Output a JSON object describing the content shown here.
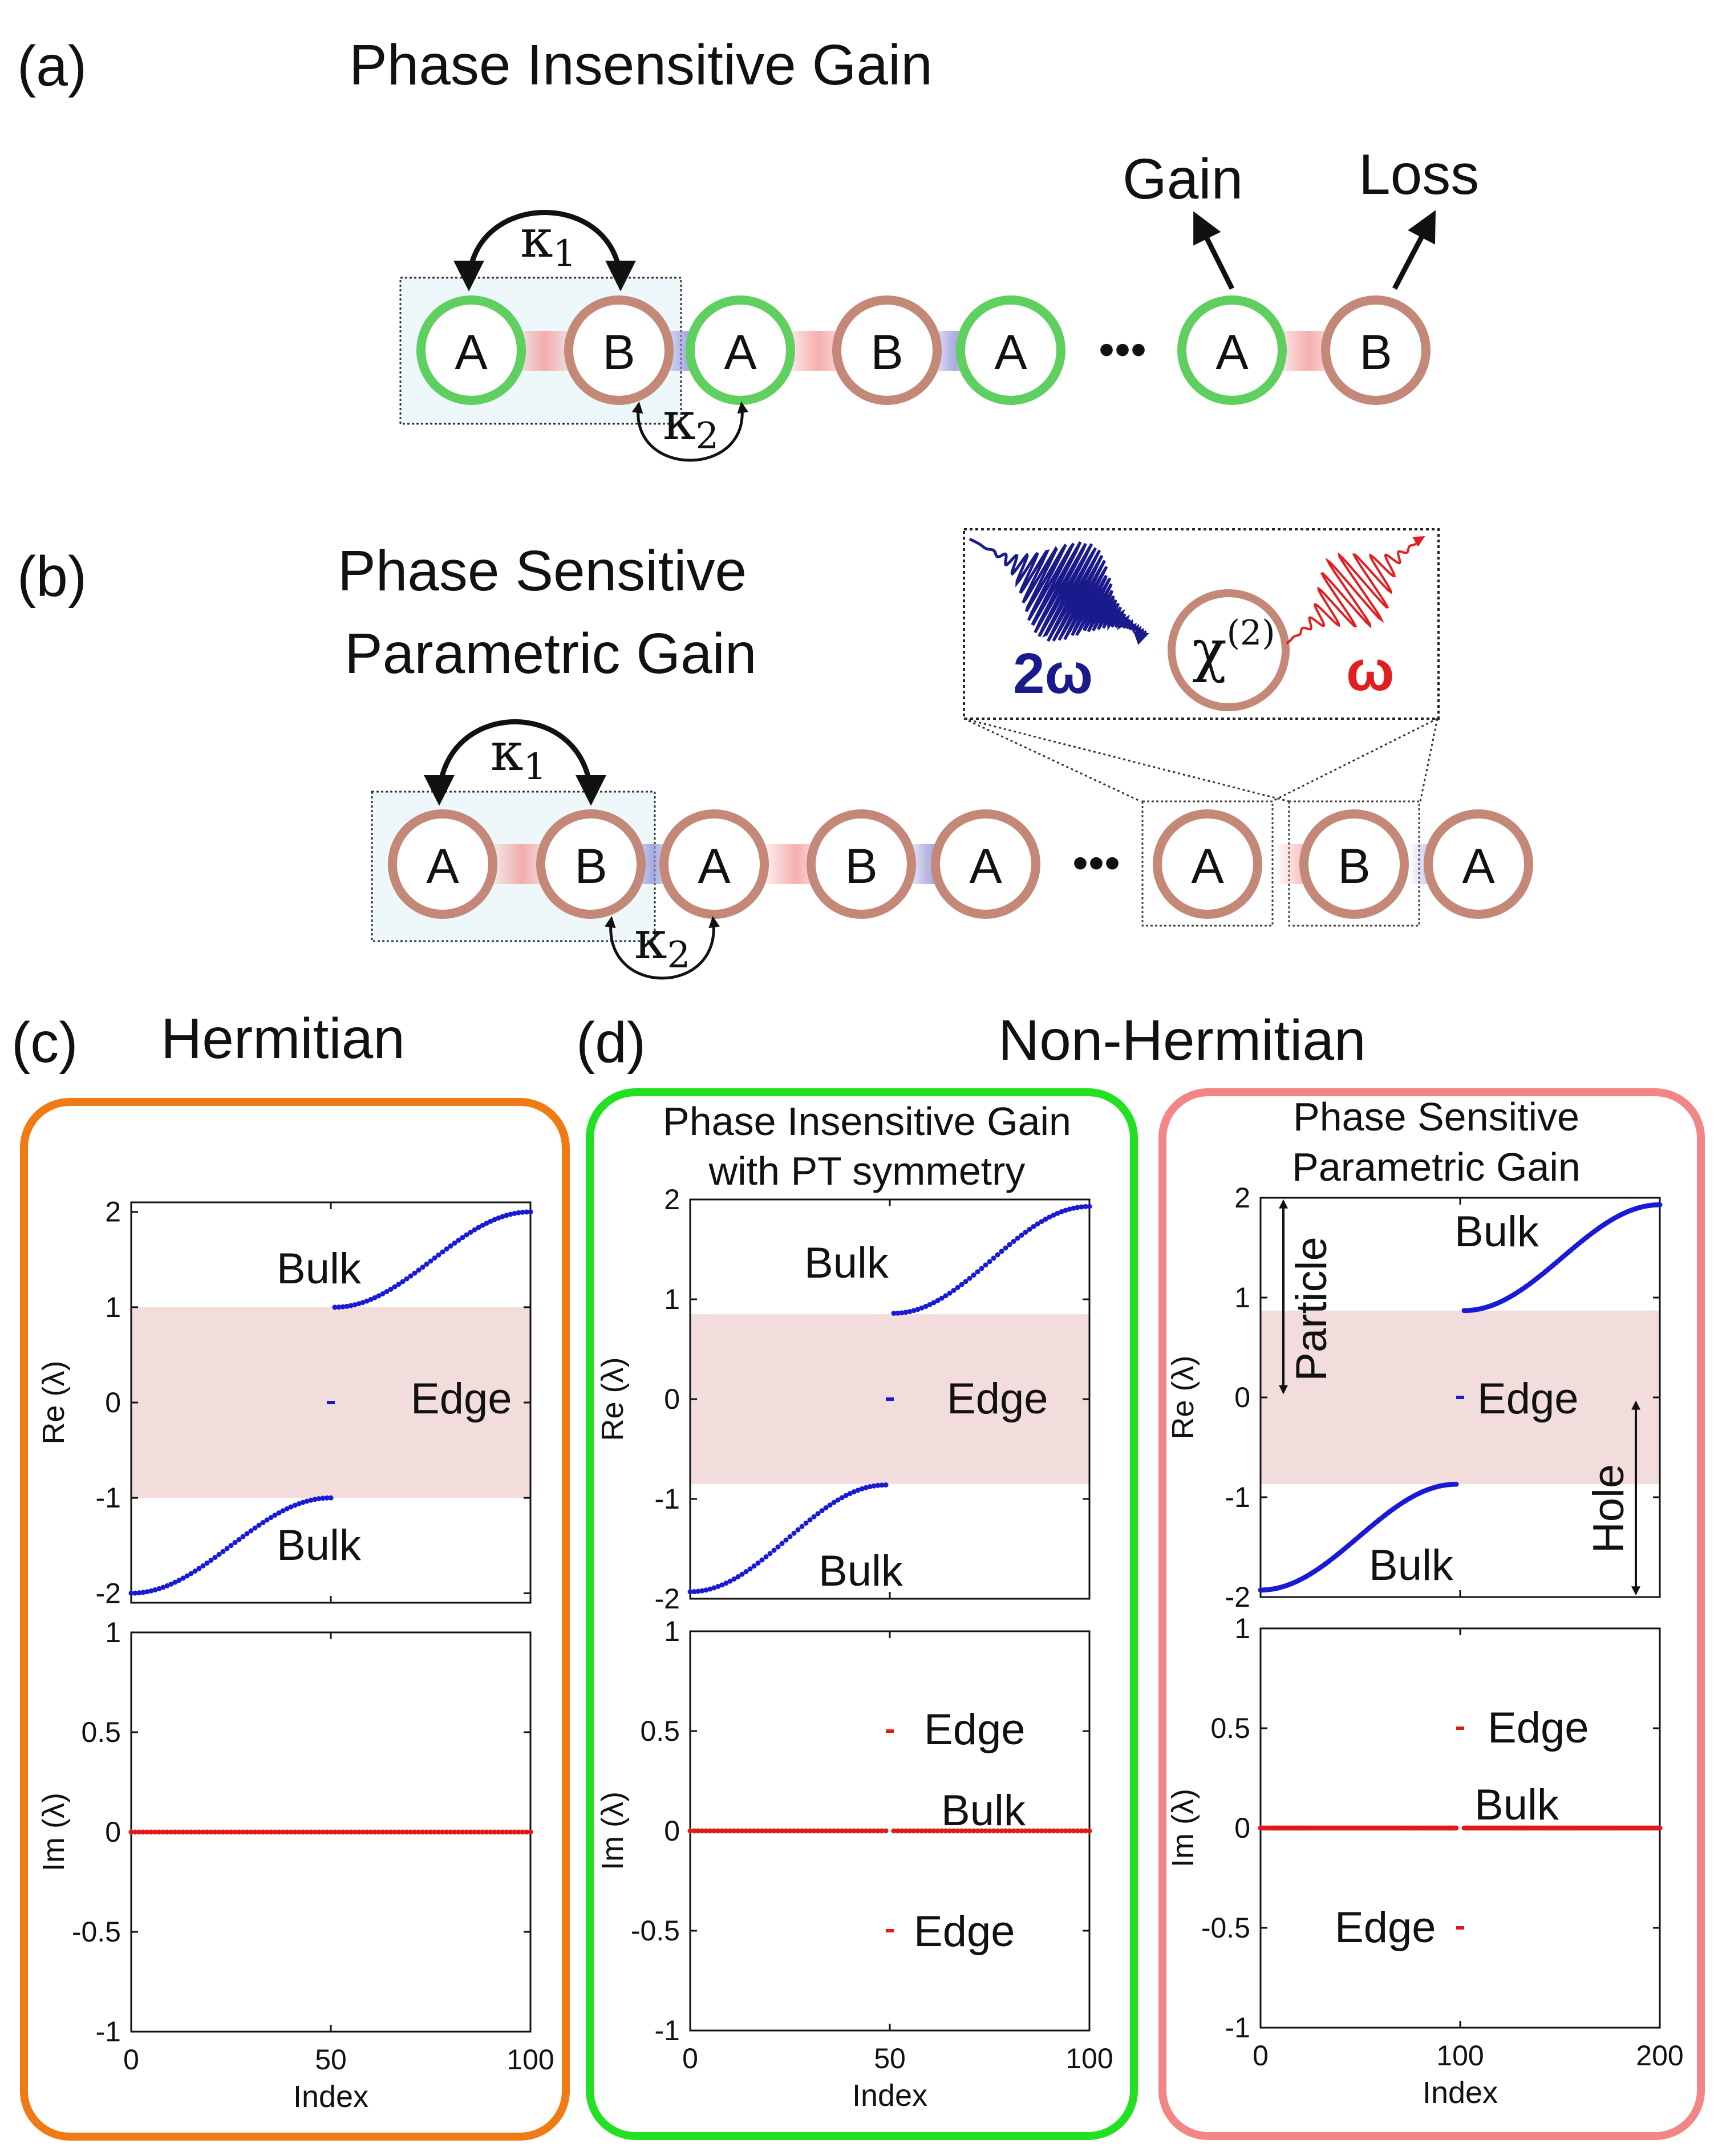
{
  "panel_a": {
    "letter": "(a)",
    "title": "Phase Insensitive Gain",
    "gain_label": "Gain",
    "loss_label": "Loss",
    "kappa1": "κ1",
    "kappa2": "κ2",
    "sites": [
      "A",
      "B",
      "A",
      "B",
      "A",
      "A",
      "B"
    ],
    "dots": "•••"
  },
  "panel_b": {
    "letter": "(b)",
    "title_line1": "Phase Sensitive",
    "title_line2": "Parametric Gain",
    "kappa1": "κ1",
    "kappa2": "κ2",
    "sites": [
      "A",
      "B",
      "A",
      "B",
      "A",
      "A",
      "B",
      "A"
    ],
    "dots": "•••",
    "inset": {
      "pump_label": "2ω",
      "chi_label": "χ",
      "chi_sup": "(2)",
      "signal_label": "ω"
    }
  },
  "panel_c": {
    "letter": "(c)",
    "title": "Hermitian"
  },
  "panel_d": {
    "letter": "(d)",
    "title": "Non-Hermitian",
    "sub1_line1": "Phase Insensitive Gain",
    "sub1_line2": "with PT symmetry",
    "sub2_line1": "Phase Sensitive",
    "sub2_line2": "Parametric Gain"
  },
  "colors": {
    "hermitian_box": "#f07b14",
    "pt_box": "#22e022",
    "parametric_box": "#f28585",
    "re_points": "#1a1ad6",
    "im_points": "#e01a1a",
    "gap_band": "#f2dcdc",
    "gain_ring": "#5fcf5f",
    "lossy_ring": "#c48878",
    "pump": "#1a1a8c",
    "signal": "#e02020"
  },
  "chart_data": [
    {
      "type": "scatter",
      "panel": "c-top",
      "ylabel": "Re (λ)",
      "xlim": [
        0,
        100
      ],
      "ylim": [
        -2.1,
        2.1
      ],
      "yticks": [
        "2",
        "1",
        "0",
        "-1",
        "-2"
      ],
      "band": [
        -1,
        1
      ],
      "series": [
        {
          "name": "Bulk",
          "x": [
            0,
            50
          ],
          "y": [
            -2,
            -1
          ],
          "shape": "cosine"
        },
        {
          "name": "Bulk",
          "x": [
            51,
            100
          ],
          "y": [
            1,
            2
          ],
          "shape": "cosine"
        },
        {
          "name": "Edge",
          "x": [
            50
          ],
          "y": [
            0
          ]
        }
      ],
      "annotations": [
        "Bulk",
        "Edge",
        "Bulk"
      ]
    },
    {
      "type": "scatter",
      "panel": "c-bottom",
      "xlabel": "Index",
      "ylabel": "Im (λ)",
      "xlim": [
        0,
        100
      ],
      "ylim": [
        -1,
        1
      ],
      "xticks": [
        "0",
        "50",
        "100"
      ],
      "yticks": [
        "1",
        "0.5",
        "0",
        "-0.5",
        "-1"
      ],
      "series": [
        {
          "name": "Bulk",
          "x": [
            0,
            100
          ],
          "y": [
            0,
            0
          ]
        }
      ]
    },
    {
      "type": "scatter",
      "panel": "d1-top",
      "ylabel": "Re (λ)",
      "xlim": [
        0,
        100
      ],
      "ylim": [
        -2,
        2
      ],
      "yticks": [
        "2",
        "1",
        "0",
        "-1",
        "-2"
      ],
      "band": [
        -0.85,
        0.85
      ],
      "series": [
        {
          "name": "Bulk",
          "x": [
            0,
            49
          ],
          "y": [
            -1.93,
            -0.86
          ],
          "shape": "cosine"
        },
        {
          "name": "Bulk",
          "x": [
            51,
            100
          ],
          "y": [
            0.86,
            1.93
          ],
          "shape": "cosine"
        },
        {
          "name": "Edge",
          "x": [
            50
          ],
          "y": [
            0
          ]
        }
      ],
      "annotations": [
        "Bulk",
        "Edge",
        "Bulk"
      ]
    },
    {
      "type": "scatter",
      "panel": "d1-bottom",
      "xlabel": "Index",
      "ylabel": "Im (λ)",
      "xlim": [
        0,
        100
      ],
      "ylim": [
        -1,
        1
      ],
      "xticks": [
        "0",
        "50",
        "100"
      ],
      "yticks": [
        "1",
        "0.5",
        "0",
        "-0.5",
        "-1"
      ],
      "series": [
        {
          "name": "Bulk",
          "x": [
            0,
            49,
            51,
            100
          ],
          "y": [
            0,
            0,
            0,
            0
          ]
        },
        {
          "name": "Edge",
          "x": [
            50,
            50
          ],
          "y": [
            0.5,
            -0.5
          ]
        }
      ],
      "annotations": [
        "Edge",
        "Bulk",
        "Edge"
      ]
    },
    {
      "type": "scatter",
      "panel": "d2-top",
      "ylabel": "Re (λ)",
      "xlim": [
        0,
        200
      ],
      "ylim": [
        -2,
        2
      ],
      "yticks": [
        "2",
        "1",
        "0",
        "-1",
        "-2"
      ],
      "band": [
        -0.87,
        0.87
      ],
      "series": [
        {
          "name": "Bulk",
          "x": [
            0,
            98
          ],
          "y": [
            -1.93,
            -0.87
          ],
          "shape": "cosine"
        },
        {
          "name": "Bulk",
          "x": [
            102,
            200
          ],
          "y": [
            0.87,
            1.93
          ],
          "shape": "cosine"
        },
        {
          "name": "Edge",
          "x": [
            100
          ],
          "y": [
            0
          ]
        }
      ],
      "annotations": [
        "Bulk",
        "Edge",
        "Bulk",
        "Particle",
        "Hole"
      ]
    },
    {
      "type": "scatter",
      "panel": "d2-bottom",
      "xlabel": "Index",
      "ylabel": "Im (λ)",
      "xlim": [
        0,
        200
      ],
      "ylim": [
        -1,
        1
      ],
      "xticks": [
        "0",
        "100",
        "200"
      ],
      "yticks": [
        "1",
        "0.5",
        "0",
        "-0.5",
        "-1"
      ],
      "series": [
        {
          "name": "Bulk",
          "x": [
            0,
            98,
            102,
            200
          ],
          "y": [
            0,
            0,
            0,
            0
          ]
        },
        {
          "name": "Edge",
          "x": [
            100,
            100
          ],
          "y": [
            0.5,
            -0.5
          ]
        }
      ],
      "annotations": [
        "Edge",
        "Bulk",
        "Edge"
      ]
    }
  ]
}
